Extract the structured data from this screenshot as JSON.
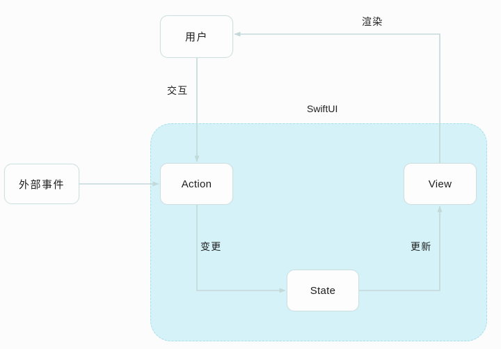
{
  "diagram": {
    "title_label": "SwiftUI",
    "group": {
      "name": "SwiftUI",
      "label": "SwiftUI",
      "fill_color": "#d4f2f8",
      "border_color": "#a9dfe8",
      "border_style": "dashed"
    },
    "node_style": {
      "fill_color": "#fdfdfd",
      "border_color": "#cfe0e0"
    },
    "edge_color": "#c3d8d8",
    "nodes": [
      {
        "id": "user",
        "label": "用户",
        "script": "cjk"
      },
      {
        "id": "external",
        "label": "外部事件",
        "script": "cjk"
      },
      {
        "id": "action",
        "label": "Action",
        "script": "latin"
      },
      {
        "id": "view",
        "label": "View",
        "script": "latin"
      },
      {
        "id": "state",
        "label": "State",
        "script": "latin"
      }
    ],
    "edges": [
      {
        "id": "user-to-action",
        "from": "user",
        "to": "action",
        "label": "交互"
      },
      {
        "id": "external-to-action",
        "from": "external",
        "to": "action",
        "label": ""
      },
      {
        "id": "action-to-state",
        "from": "action",
        "to": "state",
        "label": "变更"
      },
      {
        "id": "state-to-view",
        "from": "state",
        "to": "view",
        "label": "更新"
      },
      {
        "id": "view-to-user",
        "from": "view",
        "to": "user",
        "label": "渲染"
      }
    ]
  }
}
